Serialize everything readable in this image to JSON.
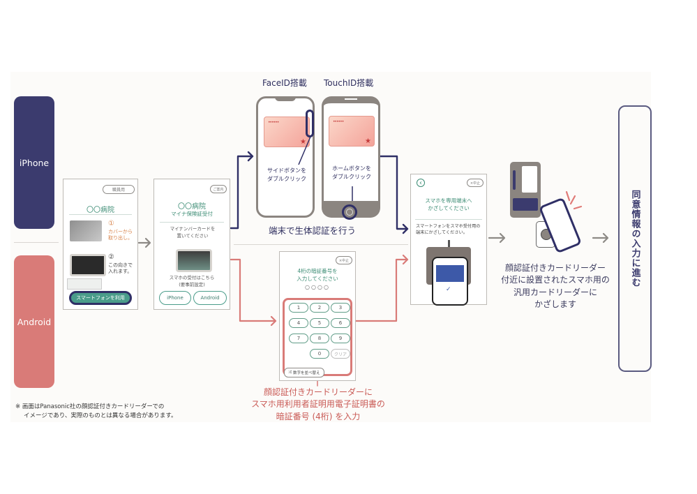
{
  "lanes": {
    "iphone_label": "iPhone",
    "android_label": "Android"
  },
  "colors": {
    "iphone": "#3b3b6e",
    "android": "#d97b78",
    "screen_green": "#3c8c74",
    "arrow_gray": "#8d8a86"
  },
  "screen1": {
    "badge": "職員用",
    "title": "〇〇病院",
    "step1_num": "①",
    "step1_text": "カバーから取り出し。",
    "step2_num": "②",
    "step2_text": "この向きで入れます。",
    "button": "スマートフォンを利用"
  },
  "screen2": {
    "badge": "ご案内",
    "title": "〇〇病院",
    "subtitle": "マイナ保険証受付",
    "instruction": "マイナンバーカードを置いてください",
    "note_line1": "スマホの受付はこちら",
    "note_line2": "(要事前設定)",
    "button_iphone": "iPhone",
    "button_android": "Android"
  },
  "biometric": {
    "faceid_label": "FaceID搭載",
    "touchid_label": "TouchID搭載",
    "faceid_hint_line1": "サイドボタンを",
    "faceid_hint_line2": "ダブルクリック",
    "touchid_hint_line1": "ホームボタンを",
    "touchid_hint_line2": "ダブルクリック",
    "card_dots": "••••••",
    "caption": "端末で生体認証を行う"
  },
  "pin_screen": {
    "cancel": "×中止",
    "title_line1": "4桁の暗証番号を",
    "title_line2": "入力してください",
    "pin_dots": "○○○○",
    "keys": [
      "1",
      "2",
      "3",
      "4",
      "5",
      "6",
      "7",
      "8",
      "9",
      "0",
      "クリア"
    ],
    "shuffle": "数字を並べ替え",
    "caption_line1": "顔認証付きカードリーダーに",
    "caption_line2": "スマホ用利用者証明用電子証明書の",
    "caption_line3": "暗証番号 (4桁) を入力"
  },
  "tap_screen": {
    "back": "‹",
    "cancel": "×中止",
    "title_line1": "スマホを専用端末へ",
    "title_line2": "かざしてください",
    "body_line1": "スマートフォンをスマホ受付用の",
    "body_line2": "端末にかざしてください。"
  },
  "reader_step": {
    "caption_line1": "顔認証付きカードリーダー",
    "caption_line2": "付近に設置されたスマホ用の",
    "caption_line3": "汎用カードリーダーに",
    "caption_line4": "かざします"
  },
  "final_step": {
    "label": "同意情報の入力に進む"
  },
  "footnote": {
    "line1": "※ 画面はPanasonic社の顔認証付きカードリーダーでの",
    "line2": "イメージであり、実際のものとは異なる場合があります。"
  }
}
